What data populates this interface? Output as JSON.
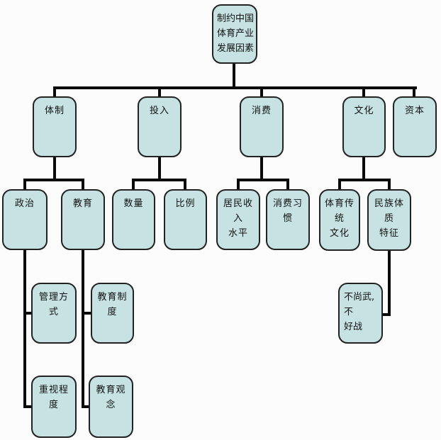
{
  "diagram": {
    "title": "制约中国体育产业发展因素",
    "type": "tree",
    "colors": {
      "node_fill": "#c6e2e2",
      "node_border": "#222222",
      "connector": "#0a0a0a",
      "background": "#fcfcfc"
    },
    "nodes": {
      "root": {
        "label": "制约中国\n体育产业\n发展因素"
      },
      "system": {
        "label": "体制"
      },
      "investment": {
        "label": "投入"
      },
      "consumption": {
        "label": "消费"
      },
      "culture": {
        "label": "文化"
      },
      "capital": {
        "label": "资本"
      },
      "politics": {
        "label": "政治"
      },
      "education": {
        "label": "教育"
      },
      "quantity": {
        "label": "数量"
      },
      "proportion": {
        "label": "比例"
      },
      "income": {
        "label": "居民收入\n水平"
      },
      "habit": {
        "label": "消费习惯"
      },
      "tradition": {
        "label": "体育传统\n文化"
      },
      "physique": {
        "label": "民族体质\n特征"
      },
      "management": {
        "label": "管理方式"
      },
      "edu_system": {
        "label": "教育制度"
      },
      "emphasis": {
        "label": "重视程度"
      },
      "concept": {
        "label": "教育观念"
      },
      "martial": {
        "label": "不尚武,不\n好战"
      }
    },
    "edges": [
      "root>system",
      "root>investment",
      "root>consumption",
      "root>culture",
      "root>capital",
      "system>politics",
      "system>education",
      "investment>quantity",
      "investment>proportion",
      "consumption>income",
      "consumption>habit",
      "culture>tradition",
      "culture>physique",
      "politics>management",
      "politics>emphasis",
      "education>edu_system",
      "education>concept",
      "physique>martial"
    ]
  }
}
